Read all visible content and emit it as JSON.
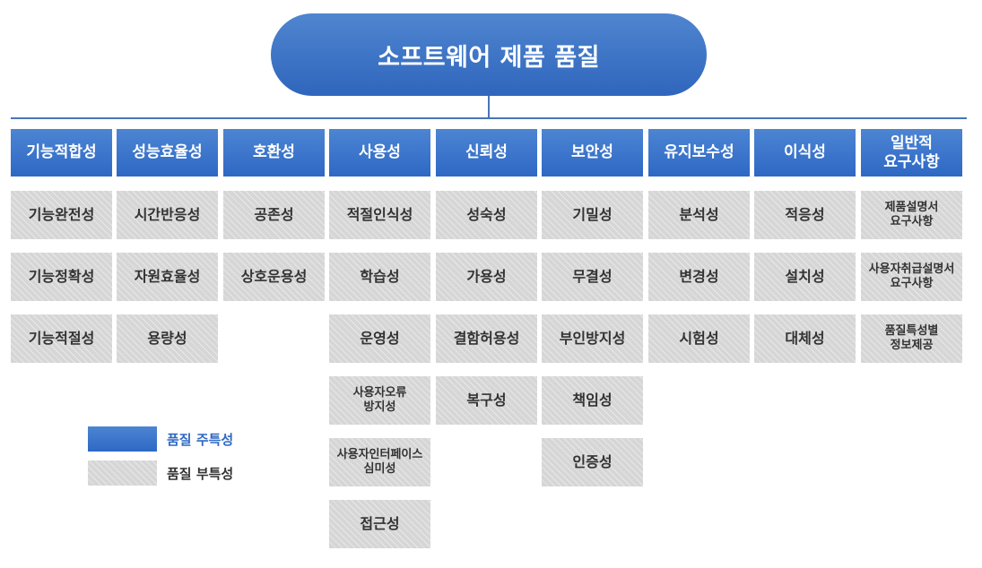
{
  "root": "소프트웨어 제품 품질",
  "categories": [
    {
      "name": "기능적합성",
      "items": [
        "기능완전성",
        "기능정확성",
        "기능적절성"
      ]
    },
    {
      "name": "성능효율성",
      "items": [
        "시간반응성",
        "자원효율성",
        "용량성"
      ]
    },
    {
      "name": "호환성",
      "items": [
        "공존성",
        "상호운용성"
      ]
    },
    {
      "name": "사용성",
      "items": [
        "적절인식성",
        "학습성",
        "운영성",
        "사용자오류\n방지성",
        "사용자인터페이스\n심미성",
        "접근성"
      ]
    },
    {
      "name": "신뢰성",
      "items": [
        "성숙성",
        "가용성",
        "결함허용성",
        "복구성"
      ]
    },
    {
      "name": "보안성",
      "items": [
        "기밀성",
        "무결성",
        "부인방지성",
        "책임성",
        "인증성"
      ]
    },
    {
      "name": "유지보수성",
      "items": [
        "분석성",
        "변경성",
        "시험성"
      ]
    },
    {
      "name": "이식성",
      "items": [
        "적응성",
        "설치성",
        "대체성"
      ]
    },
    {
      "name": "일반적\n요구사항",
      "items": [
        "제품설명서\n요구사항",
        "사용자취급설명서\n요구사항",
        "품질특성별\n정보제공"
      ]
    }
  ],
  "legend": {
    "primary": "품질 주특성",
    "secondary": "품질 부특성"
  },
  "colors": {
    "primary": "#2f69c4",
    "secondary": "#d6d6d6",
    "connector": "#4a74b8",
    "legend_primary_text": "#2f69c4"
  }
}
